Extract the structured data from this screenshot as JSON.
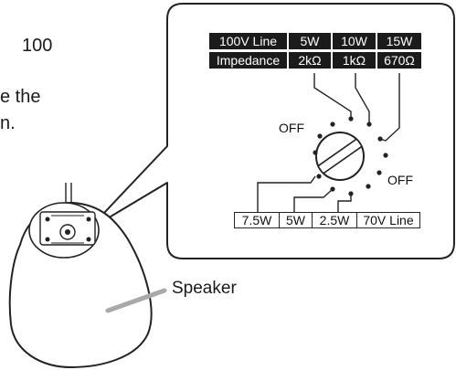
{
  "intro_text": {
    "line1_fragment": "100",
    "line2_fragment": "e the",
    "line3_fragment": "n."
  },
  "header_row_1": [
    "100V Line",
    "5W",
    "10W",
    "15W"
  ],
  "header_row_2": [
    "Impedance",
    "2kΩ",
    "1kΩ",
    "670Ω"
  ],
  "bottom_row": [
    "7.5W",
    "5W",
    "2.5W",
    "70V Line"
  ],
  "off_labels": {
    "top": "OFF",
    "bottom": "OFF"
  },
  "speaker_label": "Speaker",
  "colors": {
    "header_bg": "#1b1b1b",
    "line": "#222222",
    "pointer": "#a9a9a9"
  }
}
